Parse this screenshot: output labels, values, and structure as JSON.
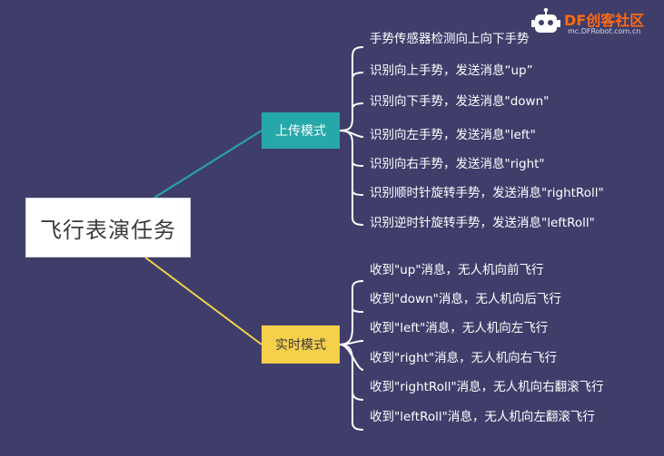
{
  "root": {
    "label": "飞行表演任务"
  },
  "branches": [
    {
      "label": "上传模式",
      "color": "#26a8a9",
      "items": [
        "手势传感器检测向上向下手势",
        "识别向上手势，发送消息“up”",
        "识别向下手势，发送消息\"down\"",
        "识别向左手势，发送消息\"left\"",
        "识别向右手势，发送消息\"right\"",
        "识别顺时针旋转手势，发送消息\"rightRoll\"",
        "识别逆时针旋转手势，发送消息\"leftRoll\""
      ]
    },
    {
      "label": "实时模式",
      "color": "#f6cf4b",
      "items": [
        "收到\"up\"消息，无人机向前飞行",
        "收到\"down\"消息，无人机向后飞行",
        "收到\"left\"消息，无人机向左飞行",
        "收到\"right\"消息，无人机向右飞行",
        "收到\"rightRoll\"消息，无人机向右翻滚飞行",
        "收到\"leftRoll\"消息，无人机向左翻滚飞行"
      ]
    }
  ],
  "watermark": {
    "title": "DF创客社区",
    "url": "mc.DFRobot.com.cn"
  }
}
